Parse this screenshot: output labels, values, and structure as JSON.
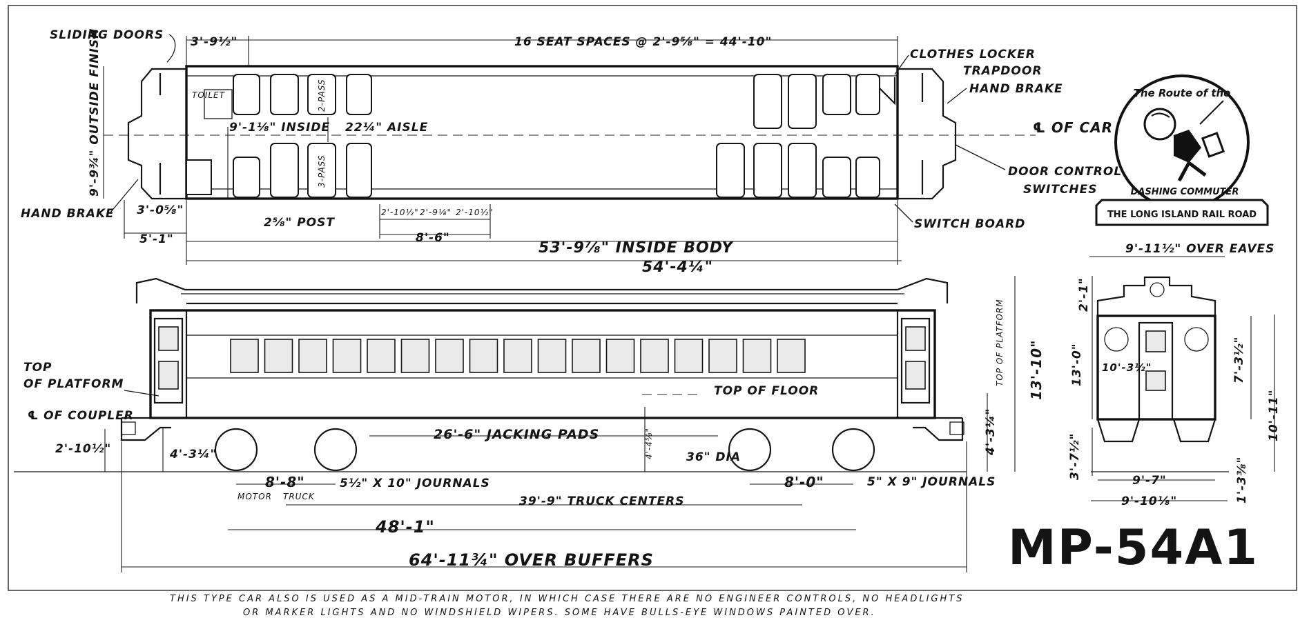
{
  "drawing_id": "MP-54A1",
  "emblem": {
    "title_script": "The Route of the",
    "subtitle_script": "DASHING COMMUTER",
    "railroad_name": "THE LONG ISLAND RAIL ROAD"
  },
  "plan_view": {
    "sliding_doors": "SLIDING DOORS",
    "hand_brake_left": "HAND BRAKE",
    "outside_finish": "9'-9¾\" OUTSIDE FINISH",
    "dim_3_9_5": "3'-9½\"",
    "dim_3_0_5": "3'-0⅝\"",
    "dim_5_1": "5'-1\"",
    "seat_spaces": "16 SEAT SPACES @ 2'-9⅝\" = 44'-10\"",
    "toilet": "TOILET",
    "inside_width": "9'-1⅛\" INSIDE",
    "aisle": "22¼\" AISLE",
    "two_pass": "2-PASS",
    "three_pass": "3-PASS",
    "post": "2⅝\" POST",
    "seat_dim_1": "2'-10½\"",
    "seat_dim_2": "2'-9⅛\"",
    "seat_dim_3": "2'-10½\"",
    "dim_8_6": "8'-6\"",
    "inside_body": "53'-9⅞\" INSIDE BODY",
    "overall_body": "54'-4¼\"",
    "clothes_locker": "CLOTHES LOCKER",
    "trapdoor": "TRAPDOOR",
    "hand_brake_right": "HAND BRAKE",
    "centerline_of_car": "℄ OF CAR",
    "door_control_1": "DOOR CONTROL",
    "door_control_2": "SWITCHES",
    "switch_board": "SWITCH BOARD"
  },
  "side_view": {
    "top_platform_1": "TOP",
    "top_platform_2": "OF PLATFORM",
    "cl_coupler": "℄ OF COUPLER",
    "dim_2_10_5": "2'-10½\"",
    "dim_4_3_25": "4'-3¼\"",
    "top_of_floor": "TOP OF FLOOR",
    "jacking_pads": "26'-6\" JACKING PADS",
    "dim_4_4_5": "4'-4⅝\"",
    "wheel_dia": "36\" DIA",
    "height_total": "13'-10\"",
    "top_of_platform_v": "TOP OF PLATFORM",
    "dim_4_3_25_v": "4'-3¼\"",
    "dim_8_8": "8'-8\"",
    "motor_truck_1": "MOTOR",
    "motor_truck_2": "TRUCK",
    "journals_front": "5½\" X 10\" JOURNALS",
    "truck_centers": "39'-9\" TRUCK CENTERS",
    "dim_8_0": "8'-0\"",
    "journals_rear": "5\" X 9\" JOURNALS",
    "dim_48_1": "48'-1\"",
    "over_buffers": "64'-11¾\" OVER BUFFERS"
  },
  "end_view": {
    "over_eaves": "9'-11½\" OVER EAVES",
    "dim_2_1": "2'-1\"",
    "dim_13_0": "13'-0\"",
    "dim_10_3_5": "10'-3½\"",
    "dim_7_3_5": "7'-3½\"",
    "dim_10_11": "10'-11\"",
    "dim_3_7_5": "3'-7½\"",
    "dim_9_7": "9'-7\"",
    "dim_9_10": "9'-10⅛\"",
    "dim_1_3": "1'-3⅜\""
  },
  "footnote_line_1": "THIS TYPE CAR ALSO IS USED AS A MID-TRAIN MOTOR, IN WHICH CASE THERE ARE NO ENGINEER CONTROLS, NO HEADLIGHTS",
  "footnote_line_2": "OR MARKER LIGHTS AND NO WINDSHIELD WIPERS. SOME HAVE BULLS-EYE WINDOWS PAINTED OVER."
}
